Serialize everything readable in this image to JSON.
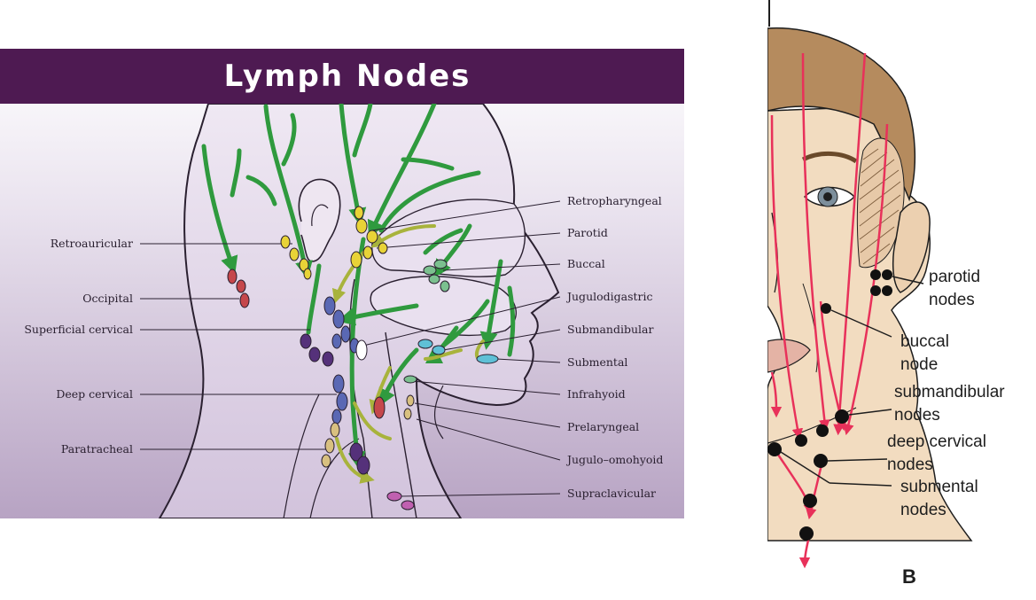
{
  "left_panel": {
    "title": "Lymph Nodes",
    "left_labels": [
      "Retroauricular",
      "Occipital",
      "Superficial cervical",
      "Deep cervical",
      "Paratracheal"
    ],
    "right_labels": [
      "Retropharyngeal",
      "Parotid",
      "Buccal",
      "Jugulodigastric",
      "Submandibular",
      "Submental",
      "Infrahyoid",
      "Prelaryngeal",
      "Jugulo–omohyoid",
      "Supraclavicular"
    ],
    "colors": {
      "title_bar": "#4e1a52",
      "background_top": "#ffffff",
      "background_bottom": "#b7a3c3",
      "vessel_green": "#2f9a3e",
      "vessel_olive": "#a8b33c",
      "node_yellow": "#e8d337",
      "node_red": "#c5474b",
      "node_blue": "#5a68b4",
      "node_purple": "#55317a",
      "node_green": "#7bc08f",
      "node_cyan": "#5fc0d6",
      "node_tan": "#d8c080",
      "node_magenta": "#c060b0"
    }
  },
  "right_panel": {
    "labels": [
      {
        "id": "parotid",
        "lines": [
          "parotid",
          "nodes"
        ]
      },
      {
        "id": "buccal",
        "lines": [
          "buccal",
          "node"
        ]
      },
      {
        "id": "submandibular",
        "lines": [
          "submandibular",
          "nodes"
        ]
      },
      {
        "id": "deep-cervical",
        "lines": [
          "deep cervical",
          "nodes"
        ]
      },
      {
        "id": "submental",
        "lines": [
          "submental",
          "nodes"
        ]
      }
    ],
    "panel_letter": "B",
    "colors": {
      "skin": "#f2dcc0",
      "hair": "#b58b5e",
      "arrow": "#e8315a",
      "node": "#111111"
    }
  }
}
